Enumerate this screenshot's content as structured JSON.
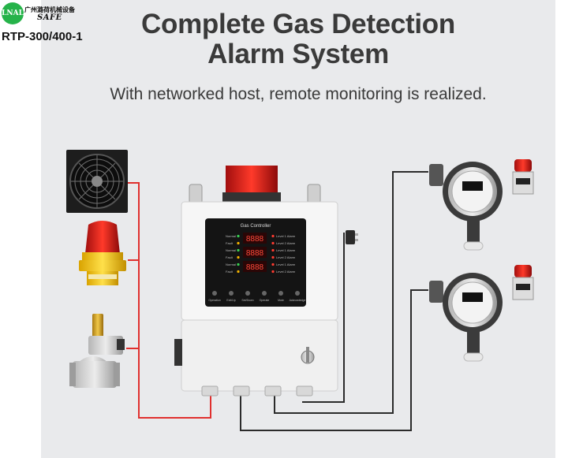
{
  "brand": {
    "logo_text": "LNAL",
    "company_name": "广州潞荷机械设备",
    "tagline": "SAFE",
    "model": "RTP-300/400-1"
  },
  "header": {
    "title_line1": "Complete Gas Detection",
    "title_line2": "Alarm System",
    "subtitle": "With networked host, remote monitoring is realized."
  },
  "controller": {
    "label": "Gas Controller",
    "status_rows": [
      "Normal",
      "Fault",
      "Normal",
      "Fault",
      "Normal",
      "Fault"
    ],
    "alarm_rows": [
      "Level 1 Alarm",
      "Level 2 Alarm",
      "Level 1 Alarm",
      "Level 2 Alarm",
      "Level 1 Alarm",
      "Level 2 Alarm"
    ],
    "buttons": [
      "Operation",
      "Exit/Up",
      "Set/Down",
      "Operate",
      "Mute",
      "Acknowledge"
    ]
  },
  "devices": {
    "left": [
      "exhaust-fan",
      "audible-visual-alarm",
      "solenoid-valve"
    ],
    "right": [
      "gas-detector-1",
      "gas-detector-2"
    ]
  },
  "colors": {
    "panel_bg": "#e9eaec",
    "wire_red": "#e0302e",
    "wire_dark": "#2b2b2b",
    "logo_green": "#26b34a",
    "title_text": "#3a3a3a"
  }
}
